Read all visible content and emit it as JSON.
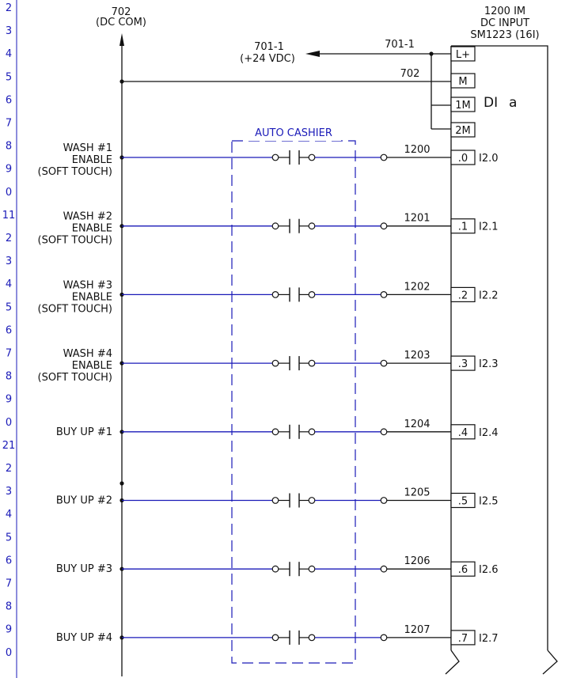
{
  "line_numbers": [
    "2",
    "3",
    "4",
    "5",
    "6",
    "7",
    "8",
    "9",
    "0",
    "11",
    "2",
    "3",
    "4",
    "5",
    "6",
    "7",
    "8",
    "9",
    "0",
    "21",
    "2",
    "3",
    "4",
    "5",
    "6",
    "7",
    "8",
    "9",
    "0"
  ],
  "dc_com": {
    "wire": "702",
    "label": "(DC COM)"
  },
  "supply": {
    "wire": "701-1",
    "wire_top": "701-1",
    "label": "(+24 VDC)"
  },
  "com_wire_label": "702",
  "module": {
    "title_lines": [
      "1200 IM",
      "DC INPUT",
      "SM1223 (16I)"
    ],
    "power_terminals": [
      "L+",
      "M",
      "1M",
      "2M"
    ],
    "tag_lines": [
      "DI",
      "a"
    ]
  },
  "enclosure_label": "AUTO CASHIER",
  "inputs": [
    {
      "label_lines": [
        "WASH #1",
        "ENABLE",
        "(SOFT TOUCH)"
      ],
      "wire": "1200",
      "terminal": ".0",
      "address": "I2.0"
    },
    {
      "label_lines": [
        "WASH #2",
        "ENABLE",
        "(SOFT TOUCH)"
      ],
      "wire": "1201",
      "terminal": ".1",
      "address": "I2.1"
    },
    {
      "label_lines": [
        "WASH #3",
        "ENABLE",
        "(SOFT TOUCH)"
      ],
      "wire": "1202",
      "terminal": ".2",
      "address": "I2.2"
    },
    {
      "label_lines": [
        "WASH #4",
        "ENABLE",
        "(SOFT TOUCH)"
      ],
      "wire": "1203",
      "terminal": ".3",
      "address": "I2.3"
    },
    {
      "label_lines": [
        "BUY UP #1"
      ],
      "wire": "1204",
      "terminal": ".4",
      "address": "I2.4"
    },
    {
      "label_lines": [
        "BUY UP #2"
      ],
      "wire": "1205",
      "terminal": ".5",
      "address": "I2.5"
    },
    {
      "label_lines": [
        "BUY UP #3"
      ],
      "wire": "1206",
      "terminal": ".6",
      "address": "I2.6"
    },
    {
      "label_lines": [
        "BUY UP #4"
      ],
      "wire": "1207",
      "terminal": ".7",
      "address": "I2.7"
    }
  ],
  "colors": {
    "ink": "#111111",
    "wire_blue": "#1a1ab8",
    "background": "#ffffff"
  }
}
